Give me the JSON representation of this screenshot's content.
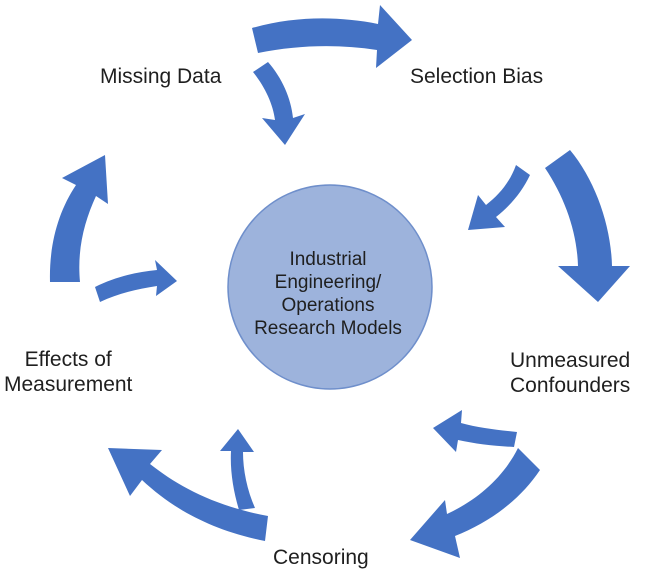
{
  "diagram": {
    "center": {
      "lines": [
        "Industrial",
        "Engineering/",
        "Operations",
        "Research Models"
      ]
    },
    "nodes": {
      "missing_data": {
        "lines": [
          "Missing Data"
        ]
      },
      "selection_bias": {
        "lines": [
          "Selection Bias"
        ]
      },
      "unmeasured_confounders": {
        "lines": [
          "Unmeasured",
          "Confounders"
        ]
      },
      "censoring": {
        "lines": [
          "Censoring"
        ]
      },
      "effects_of_measurement": {
        "lines": [
          "Effects of",
          "Measurement"
        ]
      }
    },
    "colors": {
      "arrow": "#4472c4",
      "center_fill": "#9db3dc",
      "text": "#1f1f1f"
    }
  }
}
